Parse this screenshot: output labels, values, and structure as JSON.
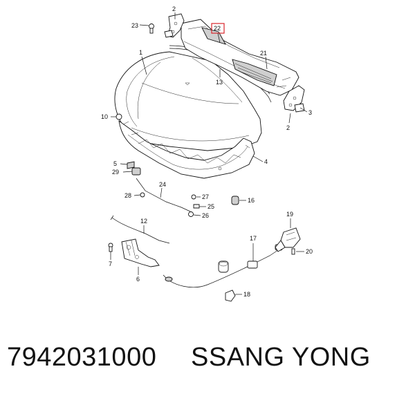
{
  "caption": {
    "part_number": "7942031000",
    "brand": "SSANG YONG"
  },
  "highlight_color": "#d8262b",
  "callouts": {
    "c1": "1",
    "c2a": "2",
    "c2b": "2",
    "c3": "3",
    "c4": "4",
    "c5": "5",
    "c6": "6",
    "c7": "7",
    "c10": "10",
    "c12": "12",
    "c13": "13",
    "c16": "16",
    "c17": "17",
    "c18": "18",
    "c19": "19",
    "c20": "20",
    "c21": "21",
    "c22": "22",
    "c23": "23",
    "c24": "24",
    "c25": "25",
    "c26": "26",
    "c27": "27",
    "c28": "28",
    "c29": "29"
  }
}
